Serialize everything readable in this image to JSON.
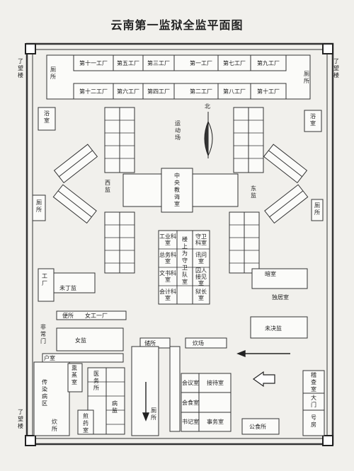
{
  "title": "云南第一监狱全监平面图",
  "workshops_top": [
    "第十一工厂",
    "第五工厂",
    "第三工厂",
    "第一工厂",
    "第七工厂",
    "第九工厂"
  ],
  "workshops_bottom": [
    "第十二工厂",
    "第六工厂",
    "第四工厂",
    "第二工厂",
    "第八工厂",
    "第十工厂"
  ],
  "toilet": "厕所",
  "watchtower": "了望楼",
  "bathroom": "浴室",
  "north": "北",
  "playground": "运动场",
  "west_block": "西监",
  "east_block": "东监",
  "central_hall": "中央教诲室",
  "office_left": [
    "工业科室",
    "总务科室",
    "文书科室",
    "会计科室"
  ],
  "office_middle": "楼上为守卫队室",
  "office_right": [
    "守卫科室",
    "讯问室",
    "囚人接见室",
    "狱长室"
  ],
  "juvenile": "未丁监",
  "workshop_label": "工厂",
  "dark_room": "暗室",
  "solitary": "独居室",
  "unsentenced": "未决监",
  "toilet_room": "便所",
  "women_workshop": "女工一厂",
  "emergency_gate": "非常门",
  "women_block": "女监",
  "household_room": "户室",
  "storage": "储所",
  "kitchen": "炊场",
  "infectious": "传染病区",
  "medicine_boil": "熏蒸室",
  "clinic": "医务所",
  "sickward": "病监",
  "decoct_room": "煎药室",
  "cookroom": "炊所",
  "meeting": "会议室",
  "reception": "接待室",
  "dining": "会食室",
  "registry": "书记室",
  "affairs": "事务室",
  "canteen": "公食所",
  "inspection": "稽查室",
  "main_gate": "大门",
  "guardhouse": "号房"
}
